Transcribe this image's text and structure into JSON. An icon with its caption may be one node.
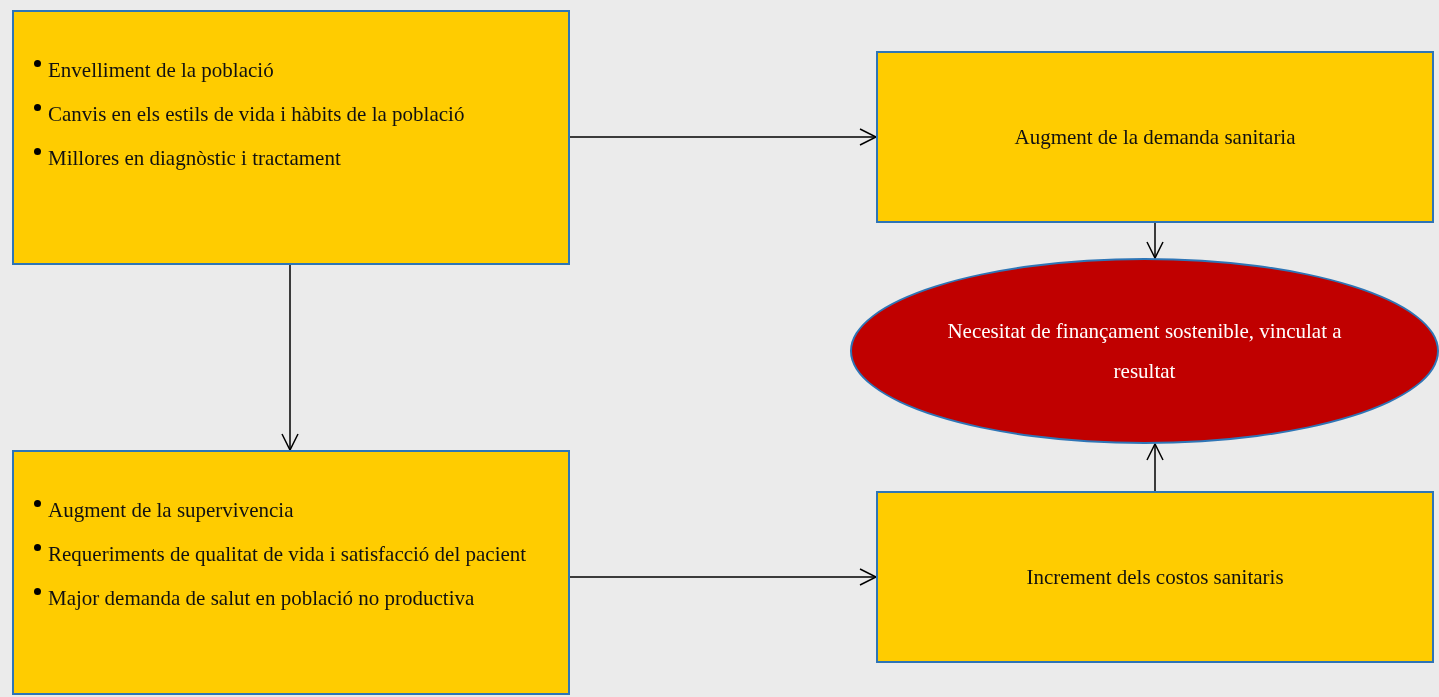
{
  "diagram": {
    "nodes": [
      {
        "text": [
          "Envelliment de la població",
          "Canvis en els estils de vida i hàbits de la població",
          "Millores en diagnòstic i tractament"
        ]
      },
      {
        "text": [
          "Augment de la demanda sanitaria"
        ]
      },
      {
        "text": [
          "Necesitat de finançament sostenible, vinculat a resultat"
        ]
      },
      {
        "text": [
          "Augment de la supervivencia",
          "Requeriments de qualitat de vida i satisfacció del pacient",
          "Major demanda de salut en població no productiva"
        ]
      },
      {
        "text": [
          "Increment dels costos sanitaris"
        ]
      }
    ],
    "edges": [
      {
        "from": 0,
        "to": 1,
        "arrow": "to"
      },
      {
        "from": 1,
        "to": 2,
        "arrow": "to"
      },
      {
        "from": 0,
        "to": 3,
        "arrow": "to"
      },
      {
        "from": 3,
        "to": 4,
        "arrow": "to"
      },
      {
        "from": 4,
        "to": 2,
        "arrow": "to"
      }
    ]
  }
}
